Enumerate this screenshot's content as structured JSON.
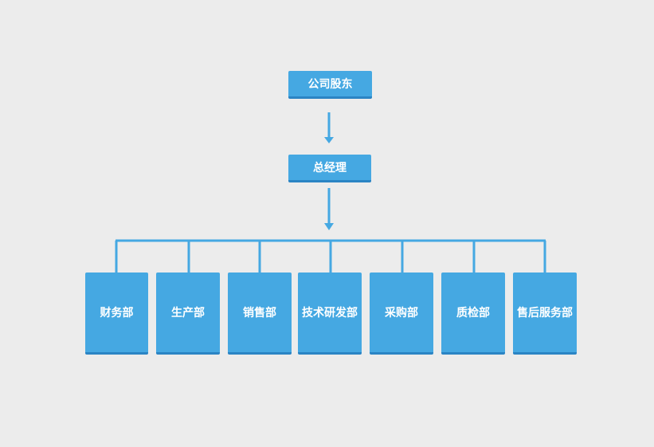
{
  "org_chart": {
    "root": {
      "label": "公司股东"
    },
    "manager": {
      "label": "总经理"
    },
    "departments": [
      {
        "label": "财务部"
      },
      {
        "label": "生产部"
      },
      {
        "label": "销售部"
      },
      {
        "label": "技术研发部"
      },
      {
        "label": "采购部"
      },
      {
        "label": "质检部"
      },
      {
        "label": "售后服务部"
      }
    ]
  },
  "colors": {
    "background": "#ececec",
    "box": "#45a8e2",
    "box_shadow": "#2b84c4",
    "connector": "#45a8e2",
    "text": "#ffffff"
  }
}
